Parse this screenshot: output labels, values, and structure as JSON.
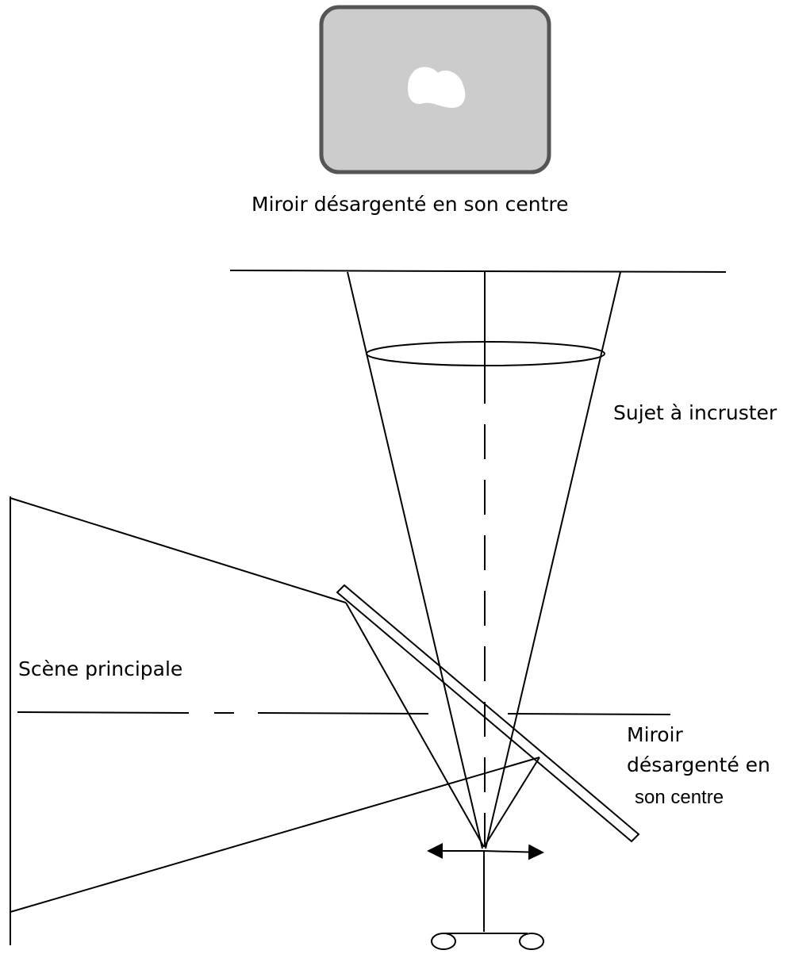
{
  "labels": {
    "mirror_preview_caption": "Miroir désargenté en son centre",
    "subject": "Sujet à incruster",
    "main_scene": "Scène principale",
    "mirror_line1": "Miroir",
    "mirror_line2": "désargenté en",
    "mirror_line3": "son centre"
  },
  "colors": {
    "mirror_fill": "#cccccc",
    "mirror_border": "#555555",
    "line": "#000000",
    "background": "#ffffff"
  }
}
